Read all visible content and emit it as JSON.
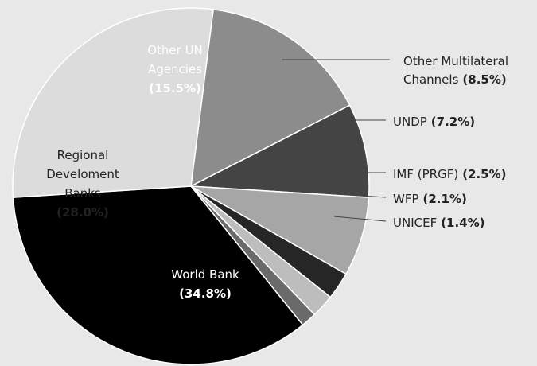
{
  "chart_data": {
    "type": "pie",
    "slices": [
      {
        "name": "Other UN Agencies",
        "lines": [
          "Other UN",
          "Agencies"
        ],
        "pct_label": "(15.5%)",
        "value": 15.5,
        "color": "#8c8c8c",
        "text_color": "#ffffff",
        "placement": "inside"
      },
      {
        "name": "Other Multilateral Channels",
        "lines": [
          "Other Multilateral",
          "Channels"
        ],
        "pct_label": "(8.5%)",
        "value": 8.5,
        "color": "#444444",
        "text_color": "#222222",
        "placement": "outside"
      },
      {
        "name": "UNDP",
        "lines": [
          "UNDP"
        ],
        "pct_label": "(7.2%)",
        "value": 7.2,
        "color": "#a6a6a6",
        "text_color": "#222222",
        "placement": "outside"
      },
      {
        "name": "IMF (PRGF)",
        "lines": [
          "IMF (PRGF)"
        ],
        "pct_label": "(2.5%)",
        "value": 2.5,
        "color": "#262626",
        "text_color": "#222222",
        "placement": "outside"
      },
      {
        "name": "WFP",
        "lines": [
          "WFP"
        ],
        "pct_label": "(2.1%)",
        "value": 2.1,
        "color": "#bdbdbd",
        "text_color": "#222222",
        "placement": "outside"
      },
      {
        "name": "UNICEF",
        "lines": [
          "UNICEF"
        ],
        "pct_label": "(1.4%)",
        "value": 1.4,
        "color": "#6a6a6a",
        "text_color": "#222222",
        "placement": "outside"
      },
      {
        "name": "World Bank",
        "lines": [
          "World Bank"
        ],
        "pct_label": "(34.8%)",
        "value": 34.8,
        "color": "#000000",
        "text_color": "#ffffff",
        "placement": "inside"
      },
      {
        "name": "Regional Develoment Banks",
        "lines": [
          "Regional",
          "Develoment",
          "Banks"
        ],
        "pct_label": "(28.0%)",
        "value": 28.0,
        "color": "#dcdcdc",
        "text_color": "#222222",
        "placement": "inside"
      }
    ]
  }
}
